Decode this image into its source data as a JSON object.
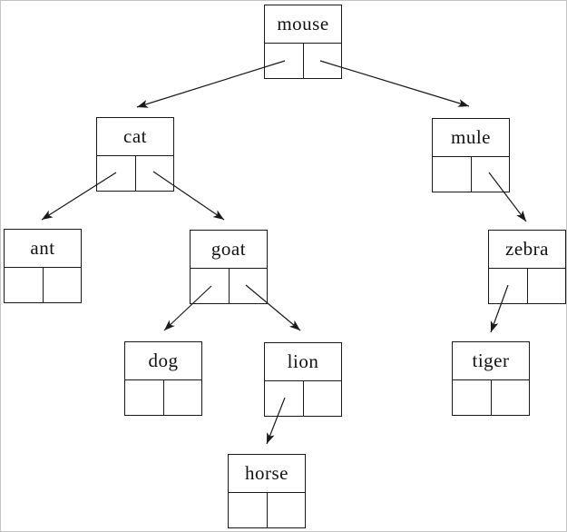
{
  "diagram": {
    "type": "binary-tree",
    "background_color": "#ffffff",
    "node_border_color": "#000000",
    "edge_color": "#000000",
    "frame_color": "#c4c4c4",
    "root": "mouse",
    "nodes": {
      "mouse": {
        "label": "mouse",
        "left": "cat",
        "right": "mule"
      },
      "cat": {
        "label": "cat",
        "left": "ant",
        "right": "goat"
      },
      "mule": {
        "label": "mule",
        "left": null,
        "right": "zebra"
      },
      "ant": {
        "label": "ant",
        "left": null,
        "right": null
      },
      "goat": {
        "label": "goat",
        "left": "dog",
        "right": "lion"
      },
      "zebra": {
        "label": "zebra",
        "left": "tiger",
        "right": null
      },
      "dog": {
        "label": "dog",
        "left": null,
        "right": null
      },
      "lion": {
        "label": "lion",
        "left": "horse",
        "right": null
      },
      "tiger": {
        "label": "tiger",
        "left": null,
        "right": null
      },
      "horse": {
        "label": "horse",
        "left": null,
        "right": null
      }
    },
    "edges": [
      {
        "from": "mouse",
        "pointer": "left",
        "to": "cat"
      },
      {
        "from": "mouse",
        "pointer": "right",
        "to": "mule"
      },
      {
        "from": "cat",
        "pointer": "left",
        "to": "ant"
      },
      {
        "from": "cat",
        "pointer": "right",
        "to": "goat"
      },
      {
        "from": "mule",
        "pointer": "right",
        "to": "zebra"
      },
      {
        "from": "goat",
        "pointer": "left",
        "to": "dog"
      },
      {
        "from": "goat",
        "pointer": "right",
        "to": "lion"
      },
      {
        "from": "zebra",
        "pointer": "left",
        "to": "tiger"
      },
      {
        "from": "lion",
        "pointer": "left",
        "to": "horse"
      }
    ]
  }
}
